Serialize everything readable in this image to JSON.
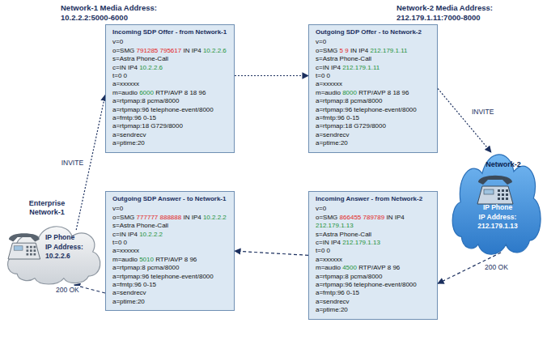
{
  "diagram": {
    "nodes": [
      {
        "text": [
          "Incoming SDP Offer - from Network-1",
          "v=0",
          "o=SMG 791285 795617 IN IP4 10.2.2.6",
          "s=Astra Phone-Call",
          "c=IN IP4 10.2.2.6",
          "t=0 0",
          "a=xxxxxx",
          "m=audio 6000 RTP/AVP 8 18 96",
          "a=rtpmap:8 pcma/8000",
          "a=rtpmap:96 telephone-event/8000",
          "a=fmtp:96 0-15",
          "a=rtpmap:18 G729/8000",
          "a=sendrecv",
          "a=ptime:20"
        ]
      },
      {
        "text": [
          "Outgoing SDP Offer - to Network-2",
          "v=0",
          "o=SMG 5 9 IN IP4 212.179.1.11",
          "s=Astra Phone-Call",
          "c=IN IP4 212.179.1.11",
          "t=0 0",
          "a=xxxxxx",
          "m=audio 8000 RTP/AVP 8 18 96",
          "a=rtpmap:8 pcma/8000",
          "a=rtpmap:96 telephone-event/8000",
          "a=fmtp:96 0-15",
          "a=rtpmap:18 G729/8000",
          "a=sendrecv",
          "a=ptime:20"
        ]
      },
      {
        "text": [
          "Outgoing SDP Answer - to Network-1",
          "v=0",
          "o=SMG 777777 888888 IN IP4 10.2.2.2",
          "s=Astra Phone-Call",
          "c=IN IP4 10.2.2.2",
          "t=0 0",
          "a=xxxxxx",
          "m=audio 5010 RTP/AVP 8 96",
          "a=rtpmap:8 pcma/8000",
          "a=rtpmap:96 telephone-event/8000",
          "a=fmtp:96 0-15",
          "a=sendrecv",
          "a=ptime:20"
        ]
      },
      {
        "text": [
          "Incoming Answer - from Network-2",
          "v=0",
          "o=SMG 866455 789789 IN IP4 212.179.1.13",
          "s=Astra Phone-Call",
          "c=IN IP4 212.179.1.13",
          "t=0 0",
          "a=xxxxxx",
          "m=audio 4500 RTP/AVP 8 96",
          "a=rtpmap:8 pcma/8000",
          "a=rtpmap:96 telephone-event/8000",
          "a=fmtp:96 0-15",
          "a=sendrecv",
          "a=ptime:20"
        ]
      },
      {
        "text": [
          "Enterprise Network-1",
          "IP Phone",
          "IP Address: 10.2.2.6"
        ]
      },
      {
        "text": [
          "Network-2",
          "IP Phone",
          "IP Address: 212.179.1.13"
        ]
      }
    ],
    "edges": [
      {
        "from": 4,
        "to": 0,
        "label": "INVITE",
        "arrow": "to"
      },
      {
        "from": 0,
        "to": 1,
        "arrow": "to"
      },
      {
        "from": 1,
        "to": 5,
        "label": "INVITE",
        "arrow": "to"
      },
      {
        "from": 5,
        "to": 3,
        "label": "200 OK",
        "arrow": "to"
      },
      {
        "from": 3,
        "to": 2,
        "arrow": "to"
      },
      {
        "from": 2,
        "to": 4,
        "label": "200 OK",
        "arrow": "to"
      }
    ],
    "labels": [
      "Network-1 Media Address:",
      "10.2.2.2:5000-6000",
      "Network-2 Media Address:",
      "212.179.1.11:7000-8000"
    ]
  }
}
